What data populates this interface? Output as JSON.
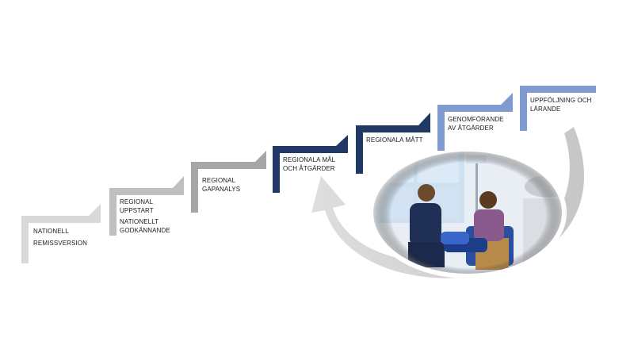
{
  "steps": [
    {
      "id": "nationell",
      "lines": [
        "NATIONELL",
        "REMISSVERSION"
      ],
      "color": "#d9d9d9"
    },
    {
      "id": "regional-uppstart",
      "lines": [
        "REGIONAL",
        "UPPSTART"
      ],
      "sublines": [
        "NATIONELLT",
        "GODKÄNNANDE"
      ],
      "color": "#bfbfbf"
    },
    {
      "id": "regional-gapanalys",
      "lines": [
        "REGIONAL",
        "GAPANALYS"
      ],
      "color": "#a6a6a6"
    },
    {
      "id": "regionala-mal",
      "lines": [
        "REGIONALA MÅL",
        "OCH ÅTGÄRDER"
      ],
      "color": "#1f3864"
    },
    {
      "id": "regionala-matt",
      "lines": [
        "REGIONALA MÅTT"
      ],
      "color": "#1f3864"
    },
    {
      "id": "genomforande",
      "lines": [
        "GENOMFÖRANDE",
        "AV ÅTGÄRDER"
      ],
      "color": "#7f9bcf"
    },
    {
      "id": "uppfoljning",
      "lines": [
        "UPPFÖLJNING OCH",
        "LÄRANDE"
      ],
      "color": "#7f9bcf"
    }
  ],
  "photo": {
    "subject": "nurse-and-patient-photo"
  },
  "colors": {
    "cycle_arrow": "#d0d0d0",
    "dark_text": "#ffffff"
  }
}
